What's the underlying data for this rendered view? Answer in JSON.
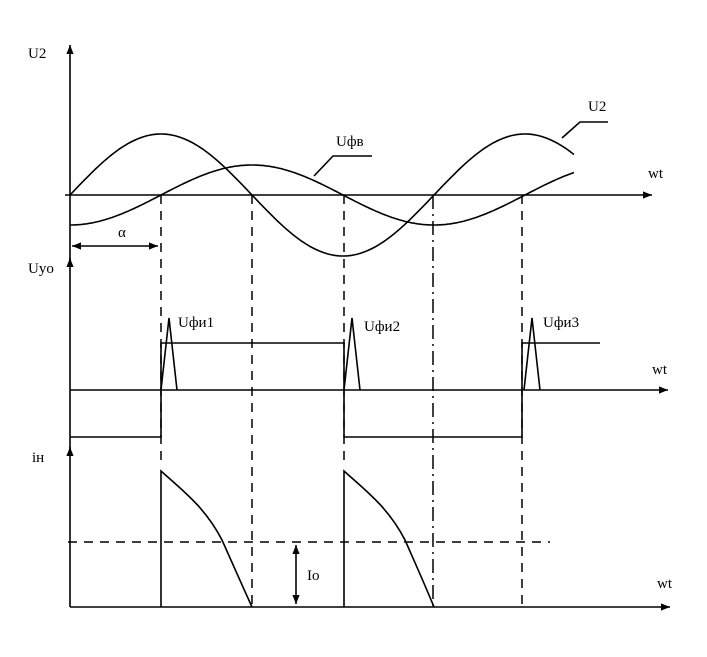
{
  "labels": {
    "top_axis_y": "U2",
    "top_axis_x": "wt",
    "curve_u2": "U2",
    "curve_ufv": "Uфв",
    "alpha": "α",
    "mid_axis_y": "Uyo",
    "mid_axis_x": "wt",
    "pulse1": "Uфи1",
    "pulse2": "Uфи2",
    "pulse3": "Uфи3",
    "bottom_axis_y": "iн",
    "bottom_axis_x": "wt",
    "avg_current": "Io"
  },
  "colors": {
    "ink": "#000000",
    "background": "#ffffff"
  }
}
